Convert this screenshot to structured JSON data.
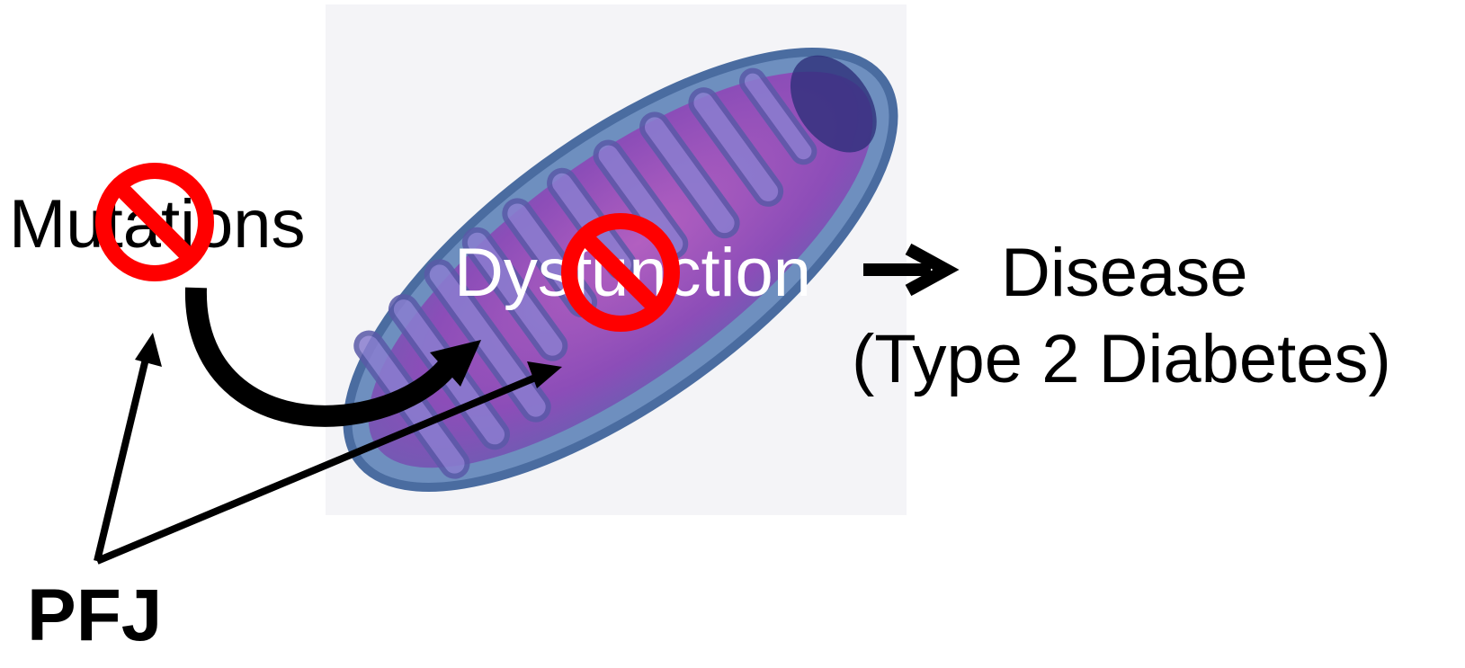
{
  "labels": {
    "mutations": "Mutations",
    "dysfunction": "Dysfunction",
    "disease": "Disease",
    "disease_detail": "(Type 2 Diabetes)",
    "pfj": "PFJ"
  },
  "icons": {
    "mutations_block": "prohibition-icon",
    "dysfunction_block": "prohibition-icon",
    "organelle_image": "mitochondrion-illustration"
  },
  "colors": {
    "prohibition": "#ff0000",
    "arrow": "#000000",
    "text": "#000000",
    "dysfunction_text": "#ffffff",
    "mito_outer": "#5a7fb0",
    "mito_inner": "#9a4fb8",
    "mito_cristae": "#7a68c4",
    "image_bg": "#f3f3f6"
  }
}
